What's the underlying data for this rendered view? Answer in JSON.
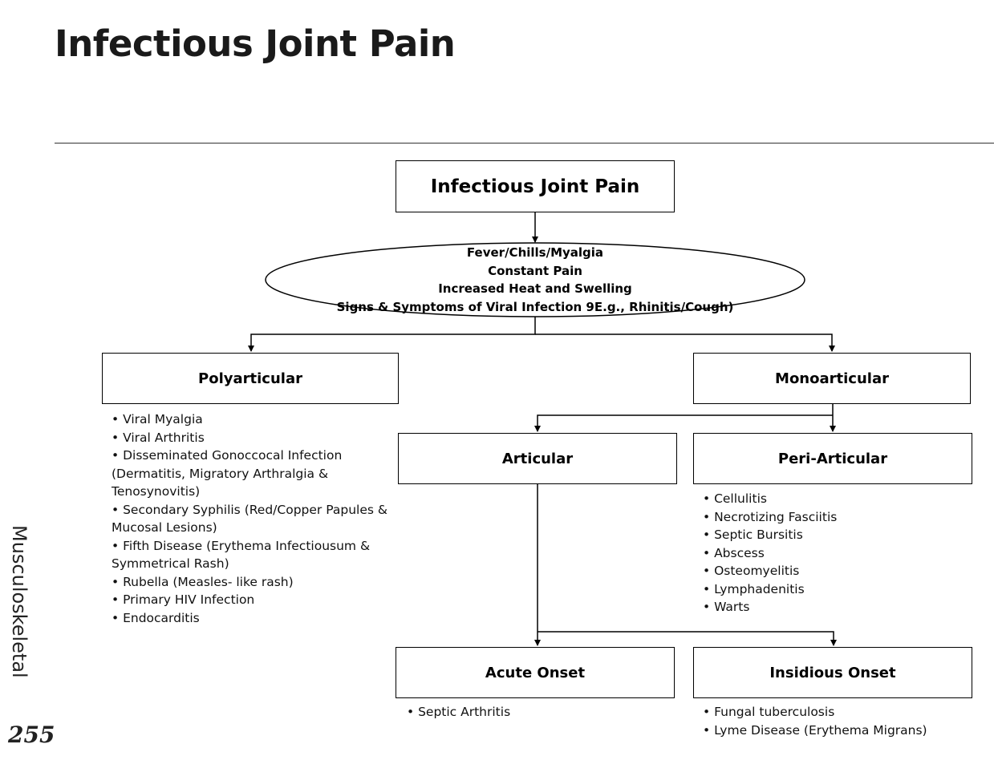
{
  "page": {
    "title": "Infectious Joint Pain",
    "side_label": "Musculoskeletal",
    "page_number": "255"
  },
  "diagram": {
    "root": "Infectious Joint Pain",
    "criteria": [
      "Fever/Chills/Myalgia",
      "Constant Pain",
      "Increased Heat and Swelling",
      "Signs & Symptoms of Viral Infection 9E.g., Rhinitis/Cough)"
    ],
    "polyarticular": {
      "label": "Polyarticular",
      "items": [
        "Viral Myalgia",
        "Viral Arthritis",
        "Disseminated Gonoccocal Infection",
        "(Dermatitis, Migratory Arthralgia &",
        "Tenosynovitis)",
        "Secondary Syphilis (Red/Copper Papules &",
        "Mucosal Lesions)",
        "Fifth Disease (Erythema Infectiousum &",
        "Symmetrical Rash)",
        "Rubella (Measles- like rash)",
        "Primary HIV Infection",
        "Endocarditis"
      ]
    },
    "monoarticular": {
      "label": "Monoarticular"
    },
    "articular": {
      "label": "Articular"
    },
    "peri_articular": {
      "label": "Peri-Articular",
      "items": [
        "Cellulitis",
        "Necrotizing Fasciitis",
        "Septic Bursitis",
        "Abscess",
        "Osteomyelitis",
        "Lymphadenitis",
        "Warts"
      ]
    },
    "acute_onset": {
      "label": "Acute Onset",
      "items": [
        "Septic Arthritis"
      ]
    },
    "insidious_onset": {
      "label": "Insidious Onset",
      "items": [
        "Fungal tuberculosis",
        "Lyme Disease (Erythema Migrans)"
      ]
    }
  }
}
